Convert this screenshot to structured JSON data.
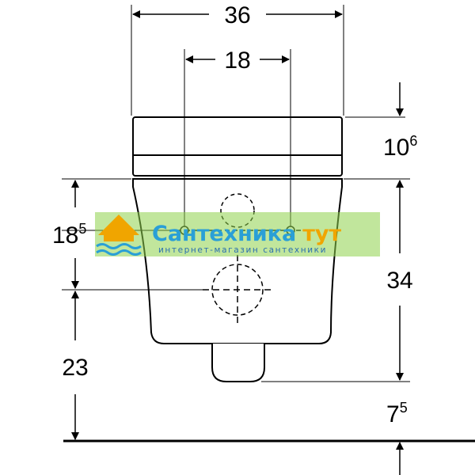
{
  "dimensions": {
    "total_width": "36",
    "hole_spacing": "18",
    "seat_height": {
      "main": "10",
      "sup": "6"
    },
    "fixing_height": {
      "main": "18",
      "sup": "5"
    },
    "body_height": "34",
    "drain_height": "23",
    "drain_offset": {
      "main": "7",
      "sup": "5"
    }
  },
  "watermark": {
    "title_main": "Сантехника",
    "title_accent": "тут",
    "subtitle": "интернет-магазин сантехники",
    "colors": {
      "green": "#8ed24a",
      "blue": "#2a9fd6",
      "orange": "#f0a500"
    }
  }
}
